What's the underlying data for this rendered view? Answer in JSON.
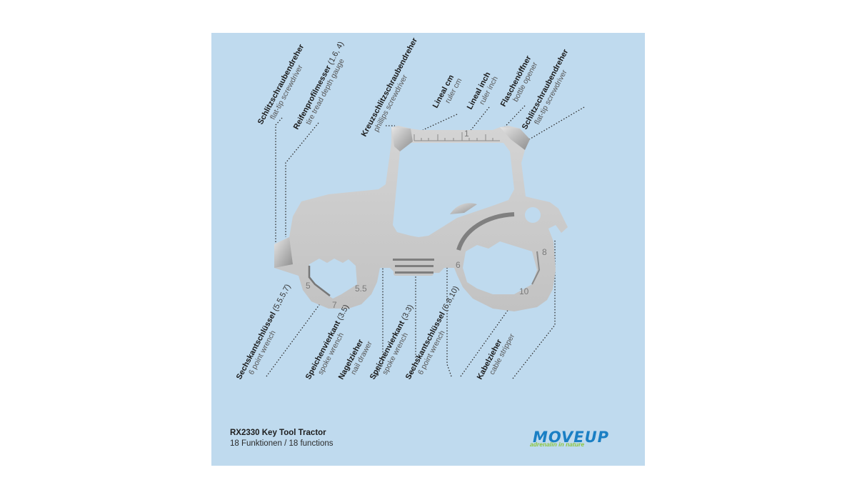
{
  "product": {
    "title": "RX2330 Key Tool Tractor",
    "subtitle": "18 Funktionen / 18 functions"
  },
  "brand": {
    "name": "MOVEUP",
    "tagline": "adrenalin in nature",
    "colors": {
      "primary": "#1a7fc4",
      "tagline": "#8cc63f"
    }
  },
  "colors": {
    "background": "#bfdaee",
    "tool_metal": "#c9c9c9",
    "tool_dark": "#7c7c7c"
  },
  "top_labels": [
    {
      "de": "Schlitzschraubendreher",
      "spec": "",
      "en": "flat-tip screwdriver"
    },
    {
      "de": "Reifenprofilmesser",
      "spec": "(1.6, 4)",
      "en": "tire tread depth gauge"
    },
    {
      "de": "Kreuzschlitzschraubendreher",
      "spec": "",
      "en": "phillips screwdriver"
    },
    {
      "de": "Lineal cm",
      "spec": "",
      "en": "ruler cm"
    },
    {
      "de": "Lineal inch",
      "spec": "",
      "en": "ruler inch"
    },
    {
      "de": "Flaschenöffner",
      "spec": "",
      "en": "bottle opener"
    },
    {
      "de": "Schlitzschraubendreher",
      "spec": "",
      "en": "flat-tip screwdriver"
    }
  ],
  "bottom_labels": [
    {
      "de": "Sechskantschlüssel",
      "spec": "(5,5.5,7)",
      "en": "6 point wrench"
    },
    {
      "de": "Speichenvierkant",
      "spec": "(3.5)",
      "en": "spoke wrench"
    },
    {
      "de": "Nagelzieher",
      "spec": "",
      "en": "nail drawer"
    },
    {
      "de": "Speichenvierkant",
      "spec": "(3.3)",
      "en": "spoke wrench"
    },
    {
      "de": "Sechskantschlüssel",
      "spec": "(6,8,10)",
      "en": "6 point wrench"
    },
    {
      "de": "Kabelzieher",
      "spec": "",
      "en": "cable stripper"
    }
  ],
  "tool_markings": {
    "small_wheel": [
      "5",
      "5.5",
      "7"
    ],
    "large_wheel": [
      "6",
      "8",
      "10"
    ],
    "ruler_mark": "1"
  }
}
